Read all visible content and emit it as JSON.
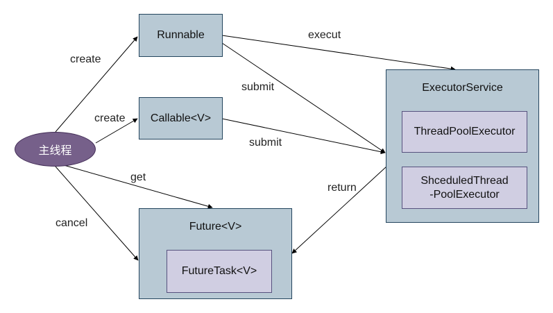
{
  "nodes": {
    "main_thread": "主线程",
    "runnable": "Runnable",
    "callable": "Callable<V>",
    "executor_service": "ExecutorService",
    "thread_pool_executor": "ThreadPoolExecutor",
    "scheduled_line1": "ShceduledThread",
    "scheduled_line2": "-PoolExecutor",
    "future": "Future<V>",
    "future_task": "FutureTask<V>"
  },
  "edges": {
    "create_runnable": "create",
    "create_callable": "create",
    "get": "get",
    "cancel": "cancel",
    "execut": "execut",
    "submit_runnable": "submit",
    "submit_callable": "submit",
    "return": "return"
  },
  "colors": {
    "container_fill": "#b8c9d4",
    "container_border": "#23445d",
    "inner_fill": "#d0cee2",
    "inner_border": "#56517e",
    "ellipse_fill": "#76608a",
    "arrow": "#000000"
  }
}
